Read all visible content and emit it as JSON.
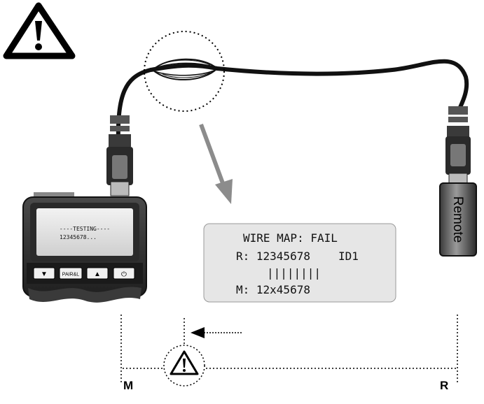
{
  "tester": {
    "screen_line_1": "----TESTING----",
    "screen_line_2": "12345678...",
    "buttons": {
      "down": "▼",
      "pair": "PAIR&L",
      "up": "▲",
      "power": "⏻"
    }
  },
  "remote": {
    "label": "Remote"
  },
  "result_display": {
    "line_1": "WIRE MAP: FAIL",
    "line_2_prefix": "R: 12345678",
    "line_2_id": "ID1",
    "line_3": "||||||||",
    "line_4": "M: 12x45678"
  },
  "scale": {
    "left_label": "M",
    "right_label": "R"
  },
  "colors": {
    "cable": "#111111",
    "lcd_background": "#e6e6e6",
    "arrow": "#8c8c8c"
  },
  "icons": {
    "warning_large": "warning-triangle-icon",
    "warning_small": "warning-triangle-icon",
    "pointer_arrow": "arrow-down-left",
    "dotted_arrow": "arrow-left-dotted"
  }
}
